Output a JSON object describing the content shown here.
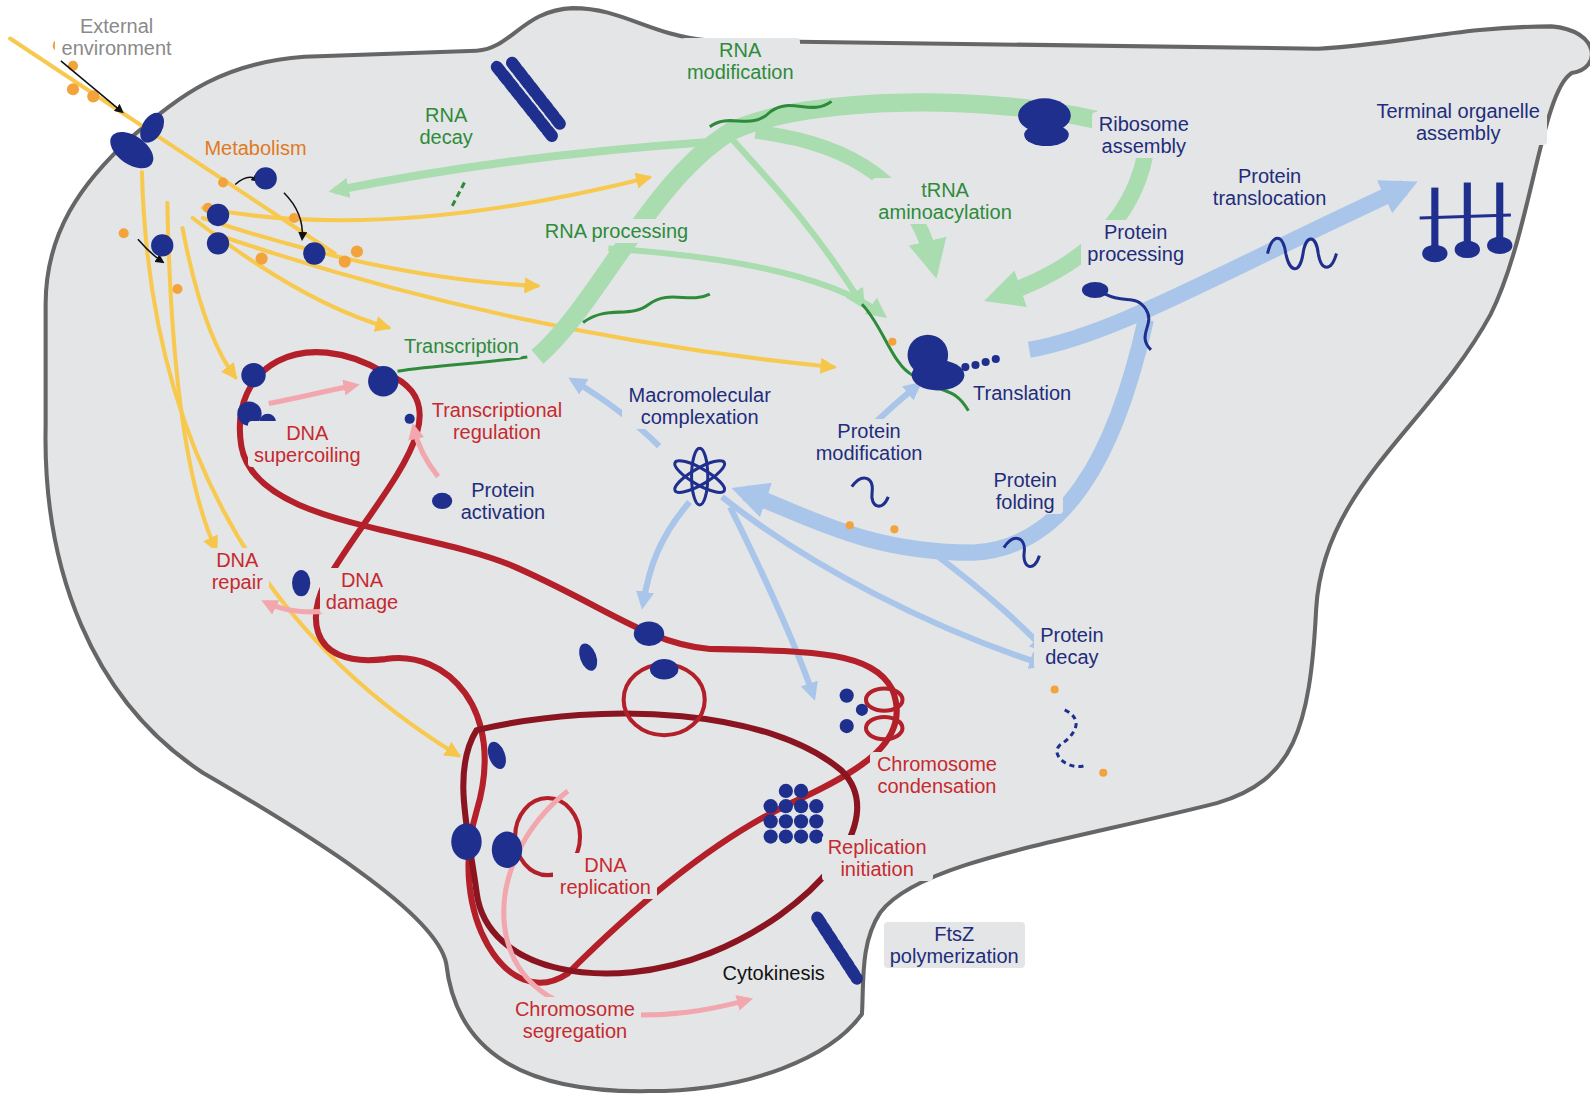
{
  "diagram": {
    "labels": [
      "External environment",
      "RNA modification",
      "RNA decay",
      "Metabolism",
      "Ribosome assembly",
      "tRNA aminoacylation",
      "RNA processing",
      "Terminal organelle assembly",
      "Protein translocation",
      "Protein processing",
      "Transcription",
      "Transcriptional regulation",
      "DNA supercoiling",
      "Macromolecular complexation",
      "Translation",
      "Protein modification",
      "Protein activation",
      "Protein folding",
      "DNA repair",
      "DNA damage",
      "Protein decay",
      "Chromosome condensation",
      "Replication initiation",
      "DNA replication",
      "Cytokinesis",
      "FtsZ polymerization",
      "Chromosome segregation"
    ]
  }
}
